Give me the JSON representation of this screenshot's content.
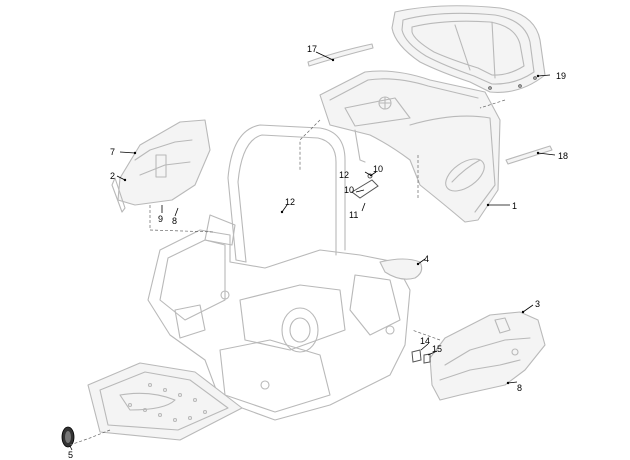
{
  "callouts": {
    "c1": "1",
    "c2": "2",
    "c3": "3",
    "c4": "4",
    "c5": "5",
    "c7": "7",
    "c8a": "8",
    "c8b": "8",
    "c9": "9",
    "c10a": "10",
    "c10b": "10",
    "c11": "11",
    "c12a": "12",
    "c12b": "12",
    "c14": "14",
    "c15": "15",
    "c17": "17",
    "c18": "18",
    "c19": "19"
  },
  "colors": {
    "part_outline": "#b9b9b9",
    "leader_line": "#000000",
    "background": "#ffffff"
  }
}
